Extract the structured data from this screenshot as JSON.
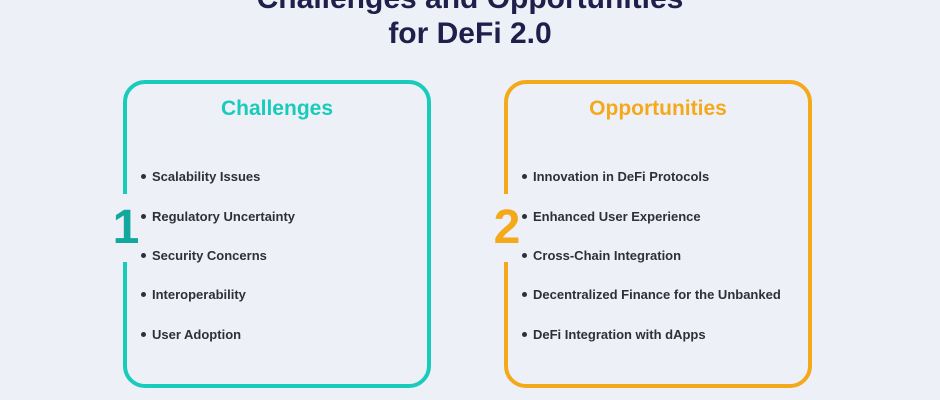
{
  "title": {
    "line1": "Challenges and Opportunities",
    "line2": "for DeFi 2.0"
  },
  "colors": {
    "background": "#eef0f7",
    "title": "#1e1f4b",
    "challenges_accent": "#19cbbb",
    "opportunities_accent": "#f4a91b",
    "item_text": "#2e2f3a"
  },
  "challenges": {
    "number": "1",
    "heading": "Challenges",
    "items": [
      "Scalability Issues",
      "Regulatory Uncertainty",
      "Security Concerns",
      "Interoperability",
      "User Adoption"
    ]
  },
  "opportunities": {
    "number": "2",
    "heading": "Opportunities",
    "items": [
      "Innovation in DeFi Protocols",
      "Enhanced User Experience",
      "Cross-Chain Integration",
      "Decentralized Finance for the Unbanked",
      "DeFi Integration with dApps"
    ]
  }
}
